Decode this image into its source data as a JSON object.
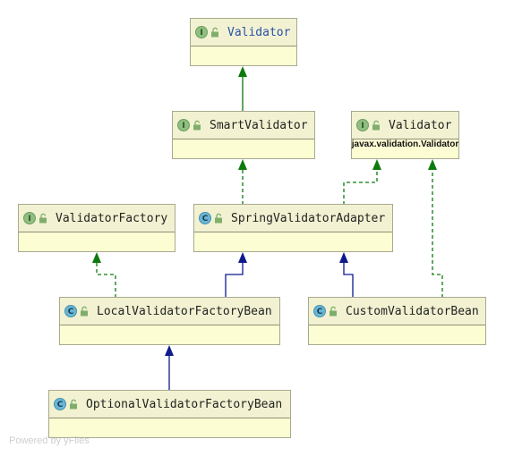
{
  "nodes": {
    "validator_spring": {
      "badge": "I",
      "name": "Validator",
      "kind": "interface"
    },
    "smart_validator": {
      "badge": "I",
      "name": "SmartValidator",
      "kind": "interface"
    },
    "validator_javax": {
      "badge": "I",
      "name": "Validator",
      "package": "javax.validation.Validator",
      "kind": "interface"
    },
    "validator_factory": {
      "badge": "I",
      "name": "ValidatorFactory",
      "kind": "interface"
    },
    "spring_validator_adapter": {
      "badge": "C",
      "name": "SpringValidatorAdapter",
      "kind": "class"
    },
    "local_validator_factory_bean": {
      "badge": "C",
      "name": "LocalValidatorFactoryBean",
      "kind": "class"
    },
    "custom_validator_bean": {
      "badge": "C",
      "name": "CustomValidatorBean",
      "kind": "class"
    },
    "optional_validator_factory_bean": {
      "badge": "C",
      "name": "OptionalValidatorFactoryBean",
      "kind": "class"
    }
  },
  "edges": [
    {
      "from": "SmartValidator",
      "to": "Validator",
      "relation": "extends"
    },
    {
      "from": "SpringValidatorAdapter",
      "to": "SmartValidator",
      "relation": "implements"
    },
    {
      "from": "SpringValidatorAdapter",
      "to": "javax.validation.Validator",
      "relation": "implements"
    },
    {
      "from": "CustomValidatorBean",
      "to": "javax.validation.Validator",
      "relation": "implements"
    },
    {
      "from": "LocalValidatorFactoryBean",
      "to": "ValidatorFactory",
      "relation": "implements"
    },
    {
      "from": "LocalValidatorFactoryBean",
      "to": "SpringValidatorAdapter",
      "relation": "extends"
    },
    {
      "from": "CustomValidatorBean",
      "to": "SpringValidatorAdapter",
      "relation": "extends"
    },
    {
      "from": "OptionalValidatorFactoryBean",
      "to": "LocalValidatorFactoryBean",
      "relation": "extends"
    }
  ],
  "colors": {
    "extends_interface": "#0d7a0d",
    "implements": "#0d7a0d",
    "extends_class": "#0f1a8c",
    "node_fill": "#fdfdd3",
    "node_header": "#f2f2d2",
    "highlight_text": "#2a50a8"
  },
  "icons": {
    "interface_badge": "interface-badge-icon",
    "class_badge": "class-badge-icon",
    "visibility": "unlock-icon"
  },
  "watermark": "Powered by yFiles"
}
